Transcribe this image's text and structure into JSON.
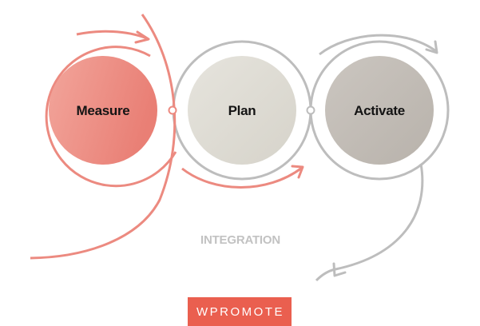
{
  "diagram": {
    "nodes": [
      {
        "label": "Measure"
      },
      {
        "label": "Plan"
      },
      {
        "label": "Activate"
      }
    ],
    "integration_label": "INTEGRATION"
  },
  "logo": {
    "text": "WPROMOTE"
  },
  "colors": {
    "accent": "#ea5f4f",
    "measure_fill_start": "#f2a59b",
    "measure_fill_end": "#e97f75",
    "plan_fill": "#dedcd4",
    "activate_fill": "#c3bdb6",
    "ring_gray": "#bdbdbd",
    "ring_coral": "#ec8a80",
    "integration_text": "#c2c2c2"
  }
}
